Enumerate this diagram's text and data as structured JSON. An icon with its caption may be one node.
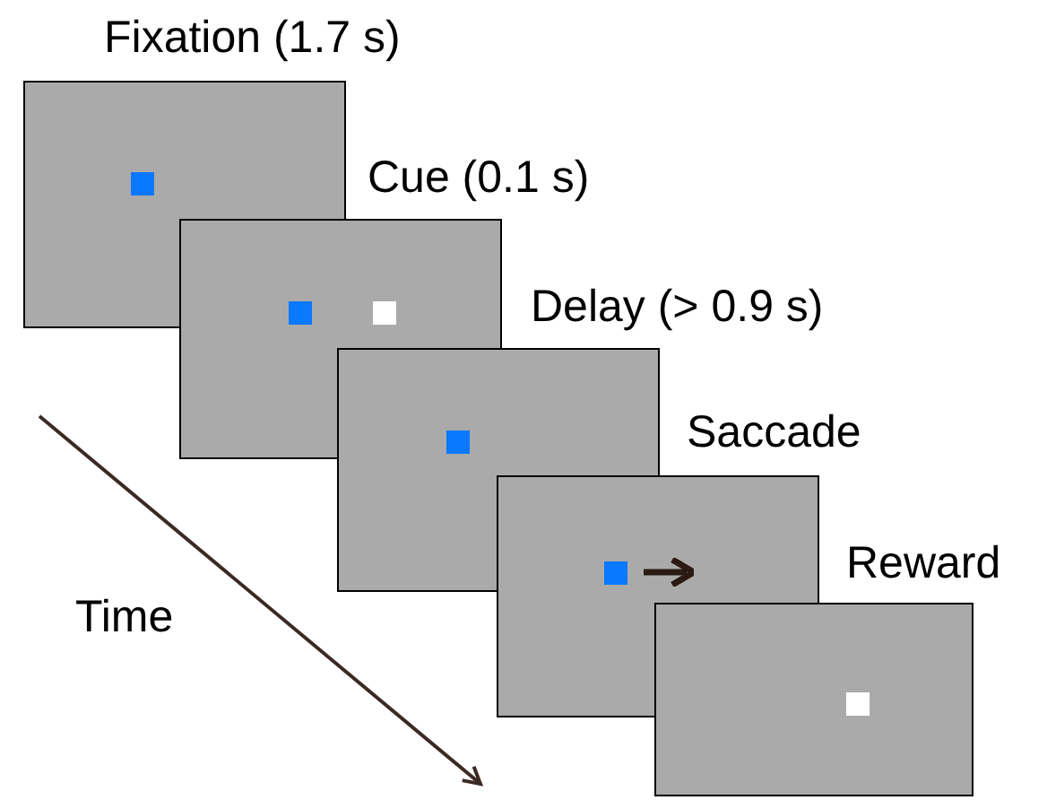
{
  "diagram": {
    "nodes": [
      {
        "text": [
          "Fixation (1.7 s)"
        ]
      },
      {
        "text": [
          "Cue (0.1 s)"
        ]
      },
      {
        "text": [
          "Delay (> 0.9 s)"
        ]
      },
      {
        "text": [
          "Saccade"
        ]
      },
      {
        "text": [
          "Reward"
        ]
      }
    ],
    "labels": [
      "Time"
    ]
  }
}
